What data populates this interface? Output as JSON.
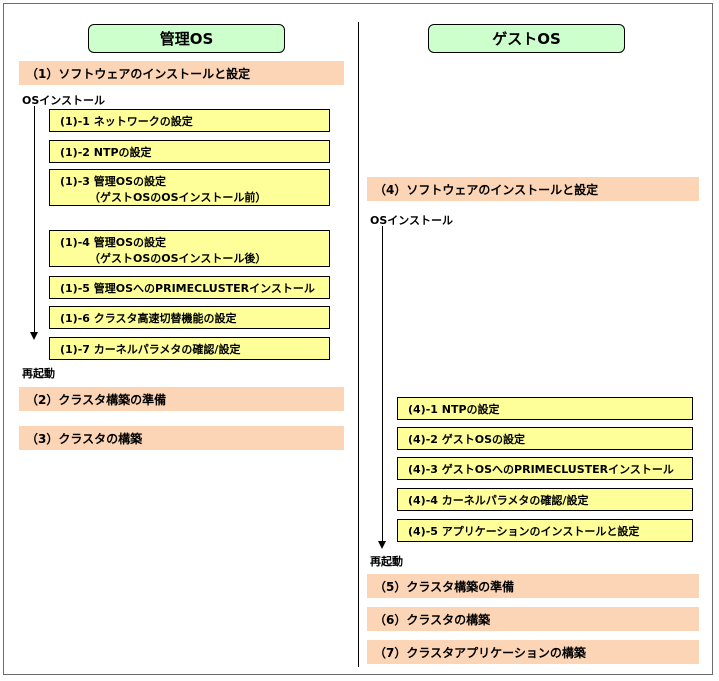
{
  "host": {
    "header": "管理OS",
    "phase1": "（1）ソフトウェアのインストールと設定",
    "os_install": "OSインストール",
    "steps": [
      {
        "label": "(1)-1  ネットワークの設定"
      },
      {
        "label": "(1)-2  NTPの設定"
      },
      {
        "label": "(1)-3  管理OSの設定",
        "sub": "（ゲストOSのOSインストール前）"
      },
      {
        "label": "(1)-4  管理OSの設定",
        "sub": "（ゲストOSのOSインストール後）"
      },
      {
        "label": "(1)-5  管理OSへのPRIMECLUSTERインストール"
      },
      {
        "label": "(1)-6  クラスタ高速切替機能の設定"
      },
      {
        "label": "(1)-7  カーネルパラメタの確認/設定"
      }
    ],
    "reboot": "再起動",
    "phase2": "（2）クラスタ構築の準備",
    "phase3": "（3）クラスタの構築"
  },
  "guest": {
    "header": "ゲストOS",
    "phase4": "（4）ソフトウェアのインストールと設定",
    "os_install": "OSインストール",
    "steps": [
      {
        "label": "(4)-1  NTPの設定"
      },
      {
        "label": "(4)-2  ゲストOSの設定"
      },
      {
        "label": "(4)-3  ゲストOSへのPRIMECLUSTERインストール"
      },
      {
        "label": "(4)-4  カーネルパラメタの確認/設定"
      },
      {
        "label": "(4)-5  アプリケーションのインストールと設定"
      }
    ],
    "reboot": "再起動",
    "phase5": "（5）クラスタ構築の準備",
    "phase6": "（6）クラスタの構築",
    "phase7": "（7）クラスタアプリケーションの構築"
  }
}
